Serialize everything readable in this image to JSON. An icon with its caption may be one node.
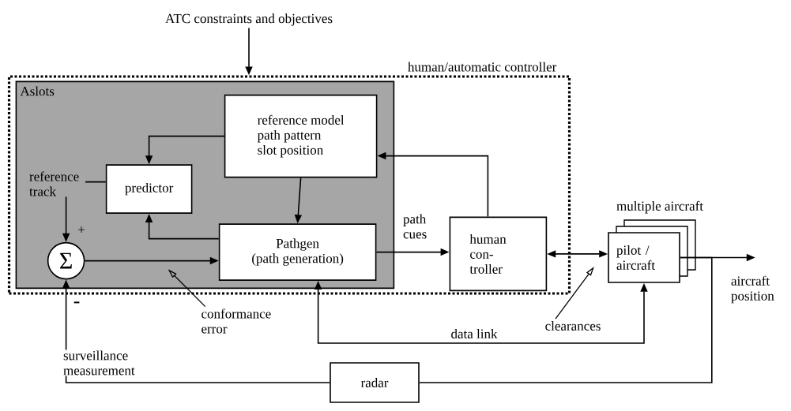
{
  "diagram": {
    "nodes": [
      {
        "text": [
          "human/automatic controller"
        ]
      },
      {
        "text": [
          "Aslots"
        ],
        "in": 0
      },
      {
        "text": [
          "reference model",
          "path pattern",
          "slot position"
        ],
        "in": 1
      },
      {
        "text": [
          "predictor"
        ],
        "in": 1
      },
      {
        "text": [
          "Pathgen",
          "(path generation)"
        ],
        "in": 1
      },
      {
        "text": [
          "Σ"
        ],
        "in": 1
      },
      {
        "text": [
          "human con- troller"
        ],
        "in": 0
      },
      {
        "text": [
          "multiple aircraft",
          "pilot / aircraft"
        ]
      },
      {
        "text": [
          "radar"
        ]
      },
      {
        "text": [
          "ATC constraints and objectives"
        ]
      },
      {
        "text": [
          "conformance error"
        ]
      },
      {
        "text": [
          "clearances"
        ]
      }
    ],
    "edges": [
      {
        "from": 9,
        "to": 0,
        "arrow": "to"
      },
      {
        "from": 2,
        "to": 3,
        "arrow": "to"
      },
      {
        "from": 2,
        "to": 4,
        "arrow": "to"
      },
      {
        "from": 4,
        "to": 3,
        "arrow": "to"
      },
      {
        "from": 3,
        "to": 5,
        "arrow": "to",
        "label": "reference track"
      },
      {
        "from": 5,
        "to": 4,
        "arrow": "to"
      },
      {
        "from": 4,
        "to": 6,
        "arrow": "to",
        "label": "path cues"
      },
      {
        "from": 6,
        "to": 2,
        "arrow": "to"
      },
      {
        "from": 6,
        "to": 7,
        "arrow": "both"
      },
      {
        "from": 4,
        "to": 7,
        "arrow": "both",
        "label": "data link"
      },
      {
        "from": 7,
        "to": null,
        "arrow": "to"
      },
      {
        "from": 7,
        "to": 8,
        "arrow": "none"
      },
      {
        "from": 8,
        "to": 5,
        "arrow": "to",
        "label": "surveillance measurement"
      },
      {
        "from": 10,
        "to": 1,
        "arrow": "to"
      },
      {
        "from": 11,
        "to": null,
        "arrow": "to"
      }
    ],
    "labels": [
      "+",
      "-",
      "aircraft position"
    ]
  }
}
